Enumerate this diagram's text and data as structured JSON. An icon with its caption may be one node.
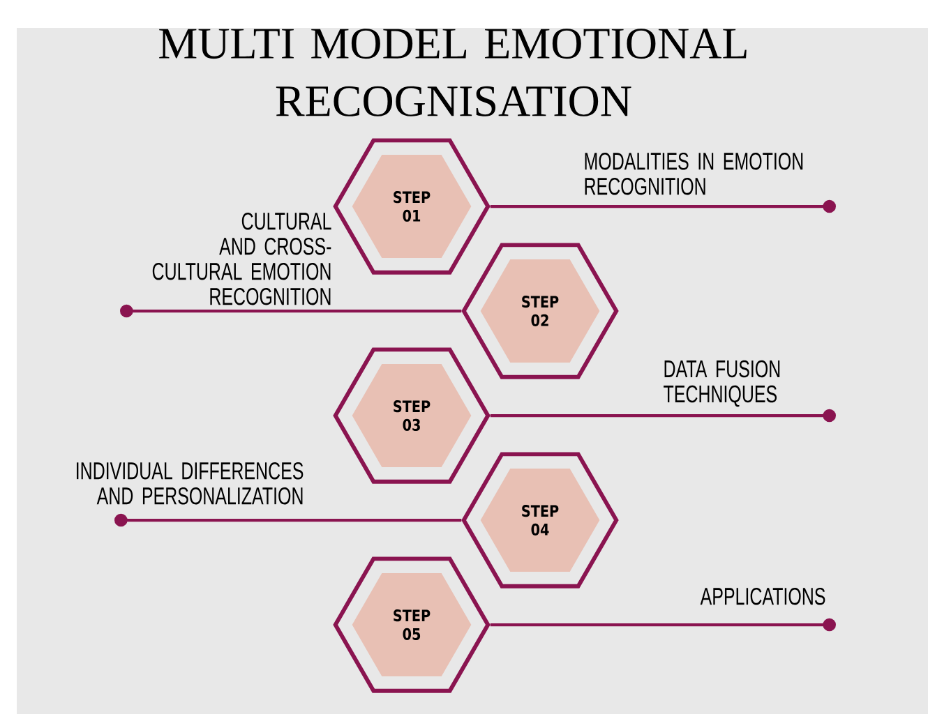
{
  "diagram": {
    "title": "MULTI MODEL EMOTIONAL RECOGNISATION",
    "nodes": [
      {
        "text": [
          "STEP 01"
        ]
      },
      {
        "text": [
          "STEP 02"
        ]
      },
      {
        "text": [
          "STEP 03"
        ]
      },
      {
        "text": [
          "STEP 04"
        ]
      },
      {
        "text": [
          "STEP 05"
        ]
      }
    ],
    "edges": [
      {
        "from": 0,
        "to": null,
        "arrow": "other",
        "label": "MODALITIES IN EMOTION RECOGNITION"
      },
      {
        "from": 1,
        "to": null,
        "arrow": "other",
        "label": "CULTURAL AND CROSS-CULTURAL EMOTION RECOGNITION"
      },
      {
        "from": 2,
        "to": null,
        "arrow": "other",
        "label": "DATA FUSION TECHNIQUES"
      },
      {
        "from": 3,
        "to": null,
        "arrow": "other",
        "label": "INDIVIDUAL DIFFERENCES AND PERSONALIZATION"
      },
      {
        "from": 4,
        "to": null,
        "arrow": "other",
        "label": "APPLICATIONS"
      }
    ]
  }
}
